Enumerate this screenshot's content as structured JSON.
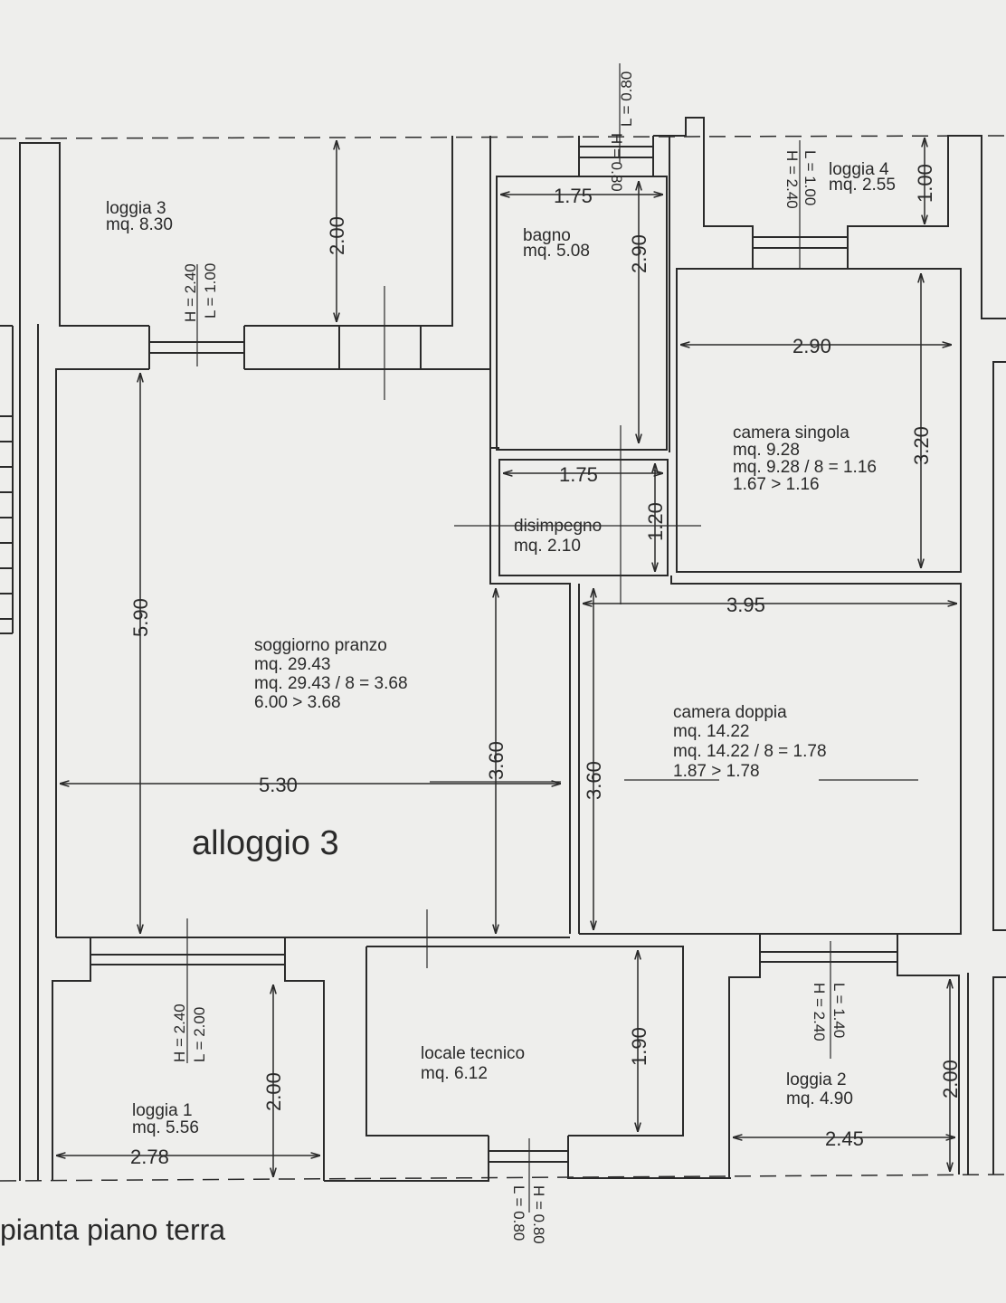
{
  "colors": {
    "paper": "#eeeeec",
    "ink": "#2a2a2a"
  },
  "unit_label": "alloggio 3",
  "plan_title": "pianta piano terra",
  "rooms": {
    "loggia3": {
      "name": "loggia 3",
      "area": "mq. 8.30"
    },
    "bagno": {
      "name": "bagno",
      "area": "mq. 5.08"
    },
    "loggia4": {
      "name": "loggia 4",
      "area": "mq. 2.55"
    },
    "camera_singola": {
      "name": "camera singola",
      "area": "mq. 9.28",
      "calc": "mq. 9.28 / 8 = 1.16",
      "check": "1.67 > 1.16"
    },
    "disimpegno": {
      "name": "disimpegno",
      "area": "mq. 2.10"
    },
    "soggiorno": {
      "name": "soggiorno pranzo",
      "area": "mq. 29.43",
      "calc": "mq. 29.43 / 8 = 3.68",
      "check": "6.00 > 3.68"
    },
    "camera_doppia": {
      "name": "camera doppia",
      "area": "mq. 14.22",
      "calc": "mq. 14.22 / 8 = 1.78",
      "check": "1.87 > 1.78"
    },
    "locale_tecnico": {
      "name": "locale tecnico",
      "area": "mq. 6.12"
    },
    "loggia1": {
      "name": "loggia 1",
      "area": "mq. 5.56"
    },
    "loggia2": {
      "name": "loggia 2",
      "area": "mq. 4.90"
    }
  },
  "dimensions": {
    "loggia3_h": "2.00",
    "bagno_w": "1.75",
    "bagno_h": "2.90",
    "loggia4_h": "1.00",
    "singola_w": "2.90",
    "singola_h": "3.20",
    "dis_w": "1.75",
    "dis_h": "1.20",
    "doppia_w": "3.95",
    "soggiorno_h": "5.90",
    "soggiorno_w": "5.30",
    "soggiorno_h2": "3.60",
    "doppia_h": "3.60",
    "tecnico_h": "1.90",
    "loggia1_h": "2.00",
    "loggia1_w": "2.78",
    "loggia2_h": "2.00",
    "loggia2_w": "2.45"
  },
  "openings": {
    "top": {
      "l": "L = 0.80",
      "h": "H = 0.80"
    },
    "loggia3": {
      "l": "L = 1.00",
      "h": "H = 2.40"
    },
    "loggia4": {
      "l": "L = 1.00",
      "h": "H = 2.40"
    },
    "loggia1": {
      "h": "H = 2.40",
      "l": "L = 2.00"
    },
    "loggia2": {
      "l": "L = 1.40",
      "h": "H = 2.40"
    },
    "bottom": {
      "h": "H = 0.80",
      "l": "L = 0.80"
    }
  }
}
